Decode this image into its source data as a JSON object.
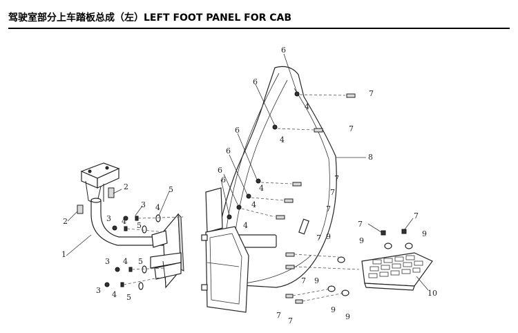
{
  "header": {
    "title": "驾驶室部分上车踏板总成（左）LEFT FOOT PANEL FOR CAB"
  },
  "callouts": {
    "c1": "1",
    "c2a": "2",
    "c2b": "2",
    "c3a": "3",
    "c3b": "3",
    "c3c": "3",
    "c3d": "3",
    "c4a": "4",
    "c4b": "4",
    "c4c": "4",
    "c4d": "4",
    "c4e": "4",
    "c4f": "4",
    "c4g": "4",
    "c4h": "4",
    "c4i": "4",
    "c5a": "5",
    "c5b": "5",
    "c5c": "5",
    "c5d": "5",
    "c6a": "6",
    "c6b": "6",
    "c6c": "6",
    "c6d": "6",
    "c6e": "6",
    "c6f": "6",
    "c7a": "7",
    "c7b": "7",
    "c7c": "7",
    "c7d": "7",
    "c7e": "7",
    "c7f": "7",
    "c7g": "7",
    "c7h": "7",
    "c7i": "7",
    "c7j": "7",
    "c7k": "7",
    "c8": "8",
    "c9a": "9",
    "c9b": "9",
    "c9c": "9",
    "c9d": "9",
    "c9e": "9",
    "c9f": "9",
    "c10": "10"
  }
}
